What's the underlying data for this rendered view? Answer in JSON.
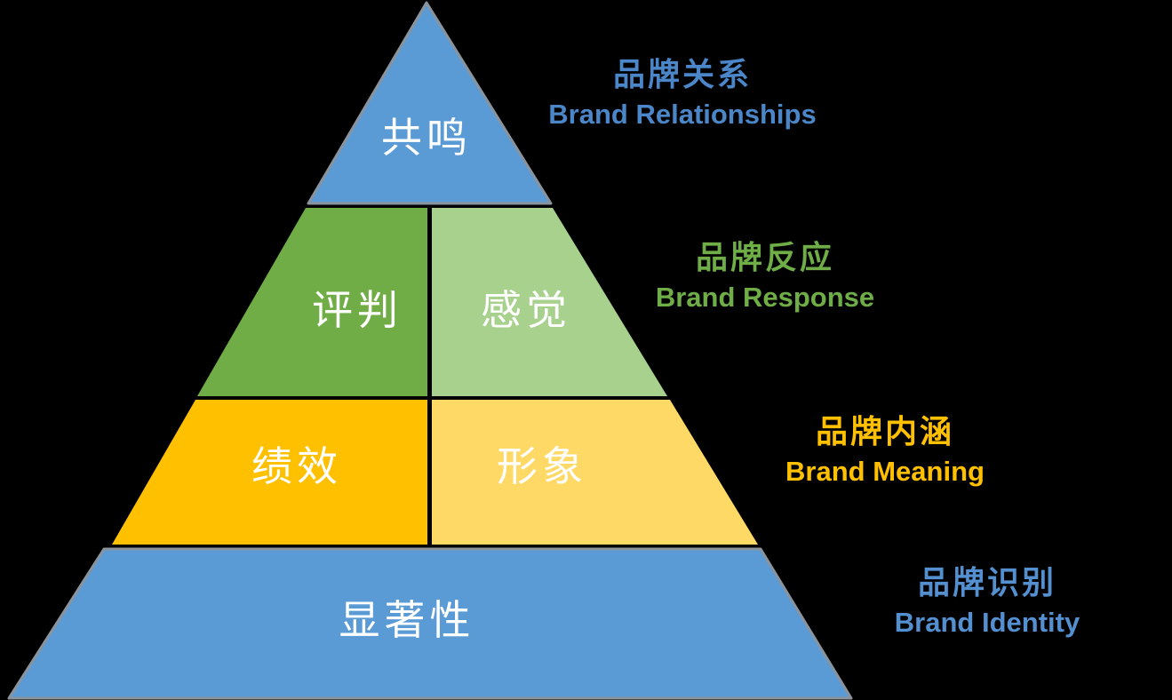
{
  "diagram": {
    "title_semantic": "brand-equity-pyramid",
    "background": "#000000",
    "outline_color": "#8A939C",
    "cell_text_color": "#FFFFFF"
  },
  "pyramid": {
    "levels": [
      {
        "name": "brand-relationships",
        "cells": [
          {
            "text": "共鸣",
            "fill": "#5B9BD5"
          }
        ],
        "annotation": {
          "cn": "品牌关系",
          "en": "Brand Relationships",
          "color": "#4A86C8"
        }
      },
      {
        "name": "brand-response",
        "cells": [
          {
            "text": "评判",
            "fill": "#70AD47"
          },
          {
            "text": "感觉",
            "fill": "#A9D18E"
          }
        ],
        "annotation": {
          "cn": "品牌反应",
          "en": "Brand Response",
          "color": "#6FAD47"
        }
      },
      {
        "name": "brand-meaning",
        "cells": [
          {
            "text": "绩效",
            "fill": "#FFC000"
          },
          {
            "text": "形象",
            "fill": "#FFD966"
          }
        ],
        "annotation": {
          "cn": "品牌内涵",
          "en": "Brand Meaning",
          "color": "#FFC000"
        }
      },
      {
        "name": "brand-identity",
        "cells": [
          {
            "text": "显著性",
            "fill": "#5B9BD5"
          }
        ],
        "annotation": {
          "cn": "品牌识别",
          "en": "Brand Identity",
          "color": "#548FD0"
        }
      }
    ]
  }
}
